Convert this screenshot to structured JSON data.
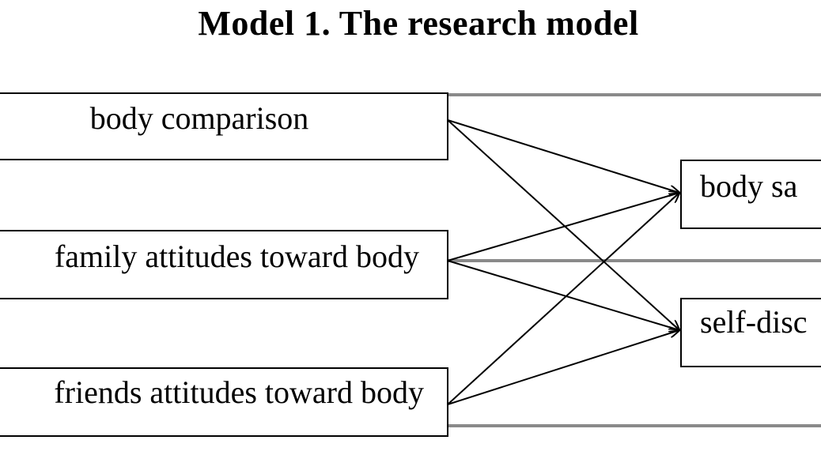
{
  "title": "Model 1. The research model",
  "nodes": {
    "body_comparison": "body comparison",
    "family_attitudes": "family attitudes toward body",
    "friends_attitudes": "friends attitudes toward body",
    "body_satisfaction": "body sa",
    "self_discrepancy": "self-disc"
  },
  "edges": [
    {
      "from": "body_comparison",
      "to": "body_satisfaction"
    },
    {
      "from": "body_comparison",
      "to": "self_discrepancy"
    },
    {
      "from": "family_attitudes",
      "to": "body_satisfaction"
    },
    {
      "from": "family_attitudes",
      "to": "self_discrepancy"
    },
    {
      "from": "friends_attitudes",
      "to": "body_satisfaction"
    },
    {
      "from": "friends_attitudes",
      "to": "self_discrepancy"
    }
  ]
}
